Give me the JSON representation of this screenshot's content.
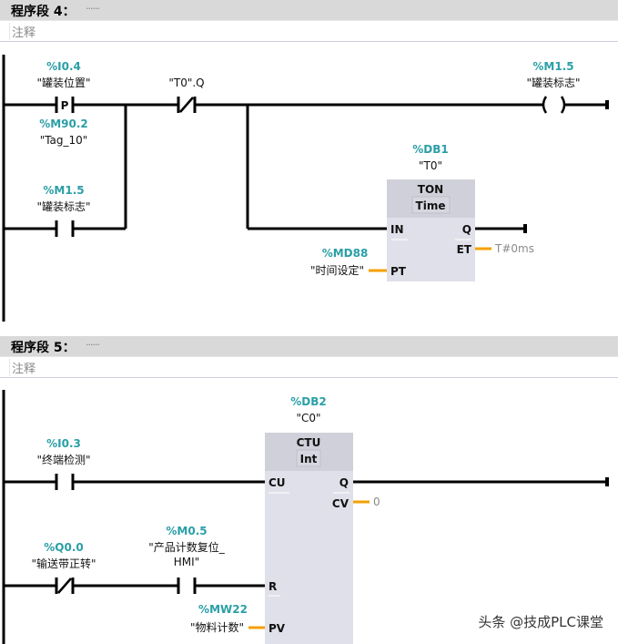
{
  "segments": [
    {
      "title": "程序段 4：",
      "dots": "......",
      "comment_placeholder": "注释",
      "contact_p": {
        "address": "%I0.4",
        "tag": "\"罐装位置\"",
        "symbol": "P",
        "edge_address": "%M90.2",
        "edge_tag": "\"Tag_10\""
      },
      "contact_nc": {
        "tag": "\"T0\".Q"
      },
      "contact_no": {
        "address": "%M1.5",
        "tag": "\"罐装标志\""
      },
      "coil": {
        "address": "%M1.5",
        "tag": "\"罐装标志\""
      },
      "timer": {
        "instance_address": "%DB1",
        "instance_tag": "\"T0\"",
        "type": "TON",
        "subtype": "Time",
        "pins": {
          "in": "IN",
          "q": "Q",
          "et": "ET",
          "pt": "PT"
        },
        "pt_address": "%MD88",
        "pt_tag": "\"时间设定\"",
        "et_value": "T#0ms"
      }
    },
    {
      "title": "程序段 5：",
      "dots": "......",
      "comment_placeholder": "注释",
      "contact_cu": {
        "address": "%I0.3",
        "tag": "\"终端检测\""
      },
      "contact_nc": {
        "address": "%Q0.0",
        "tag": "\"输送带正转\""
      },
      "contact_reset": {
        "address": "%M0.5",
        "tag_line1": "\"产品计数复位_",
        "tag_line2": "HMI\""
      },
      "counter": {
        "instance_address": "%DB2",
        "instance_tag": "\"C0\"",
        "type": "CTU",
        "subtype": "Int",
        "pins": {
          "cu": "CU",
          "q": "Q",
          "cv": "CV",
          "r": "R",
          "pv": "PV"
        },
        "pv_address": "%MW22",
        "pv_tag": "\"物料计数\"",
        "cv_value": "0"
      }
    }
  ],
  "watermark": "头条 @技成PLC课堂",
  "colors": {
    "address": "#2a9fa6",
    "wire": "#000000",
    "value_wire": "#f5a000",
    "box": "#e0e0ea",
    "box_header": "#d0d0da"
  }
}
